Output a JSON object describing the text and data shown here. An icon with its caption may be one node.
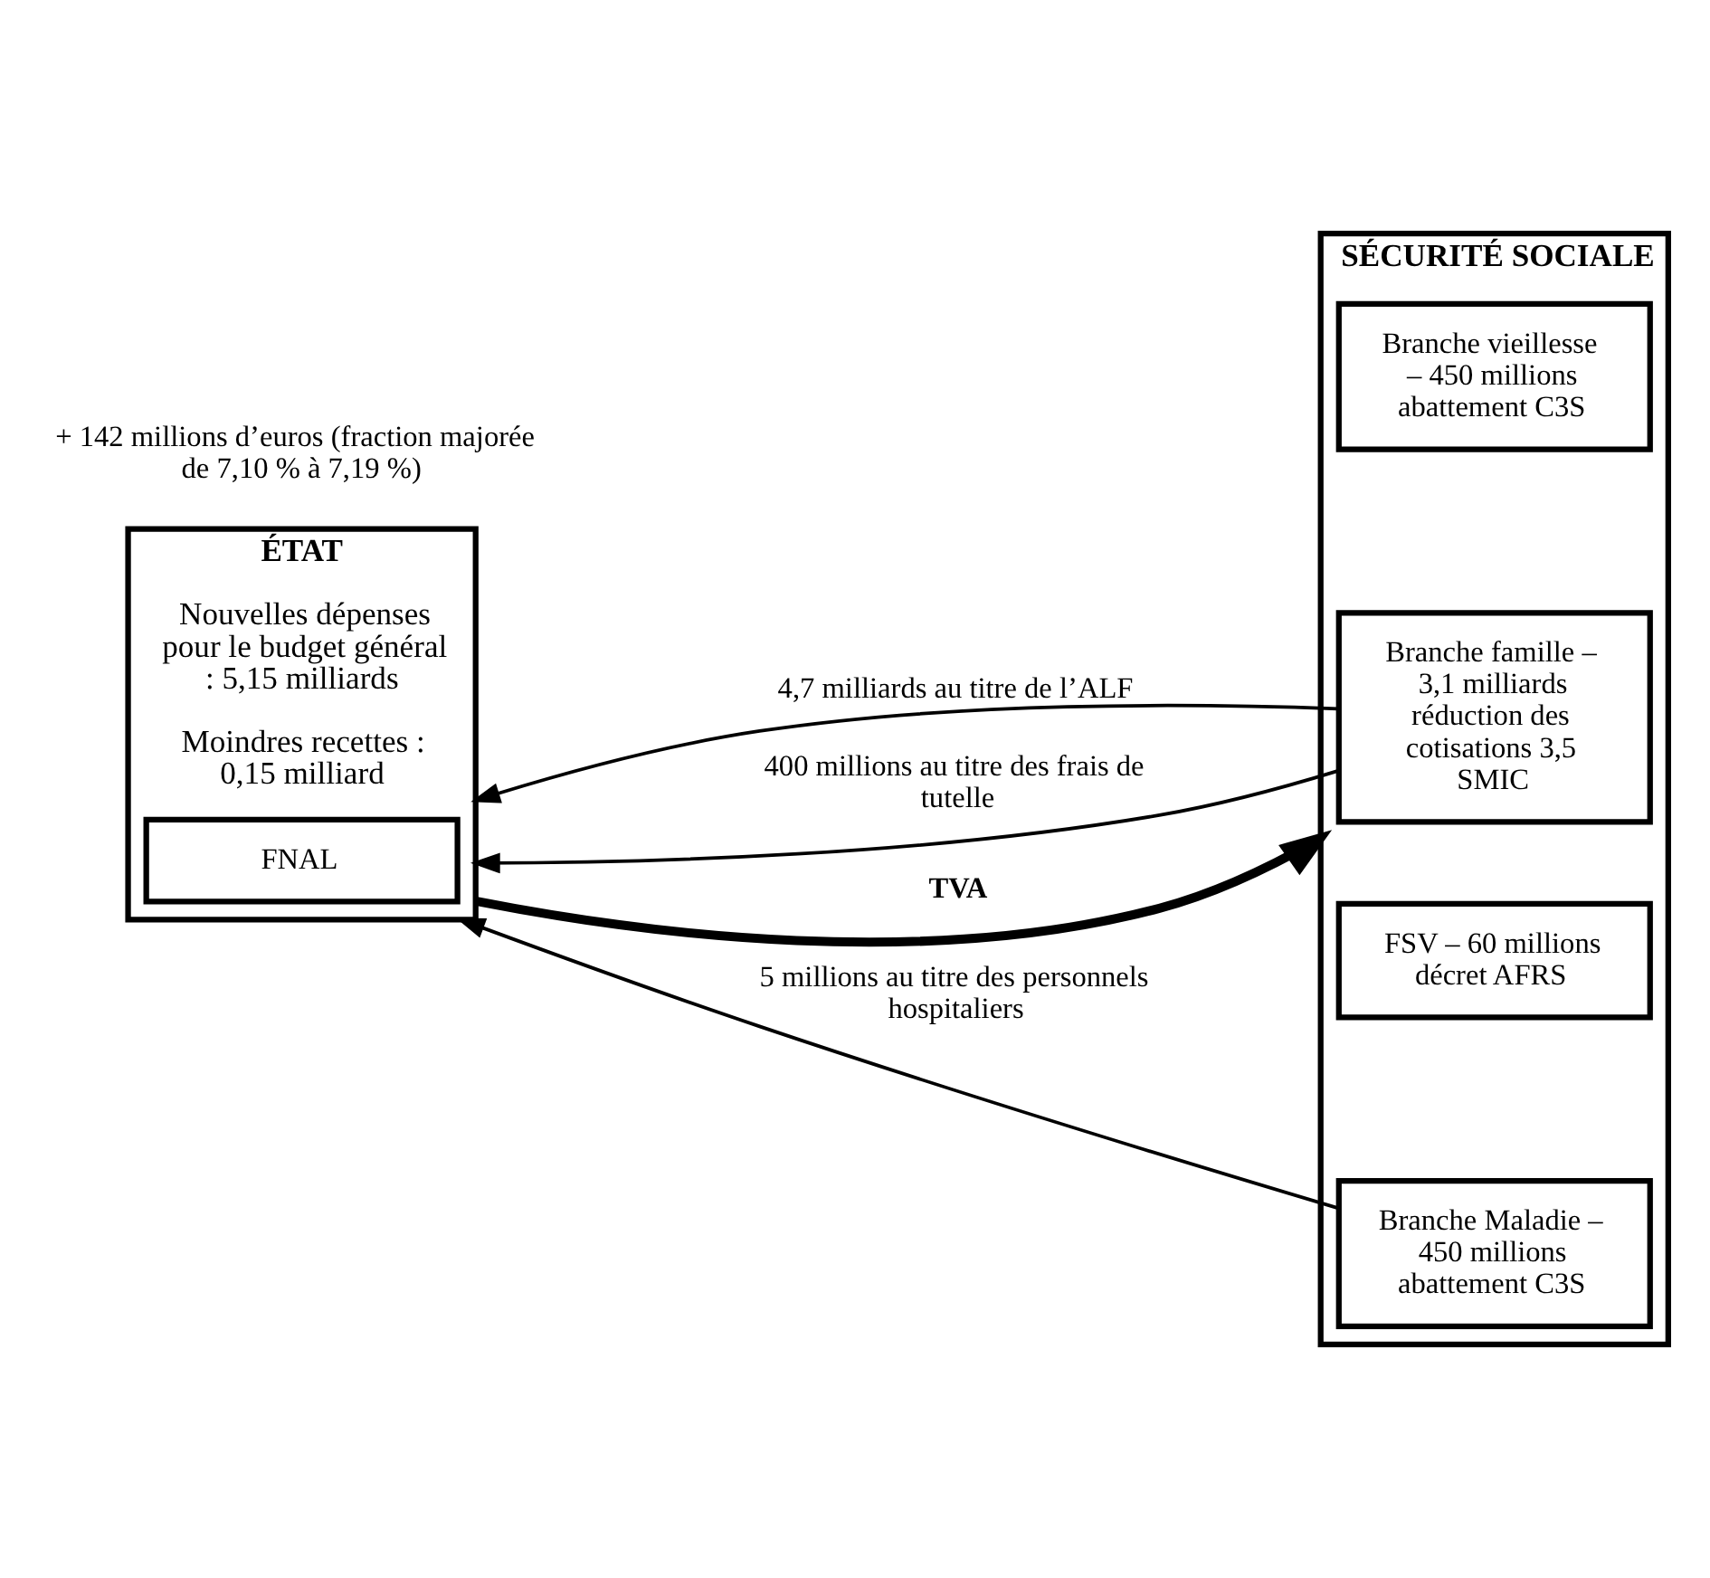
{
  "diagram": {
    "nodes": [
      {
        "text": [
          "ÉTAT",
          "Nouvelles dépenses pour le budget général : 5,15 milliards",
          "Moindres recettes : 0,15 milliard"
        ]
      },
      {
        "text": [
          "FNAL"
        ],
        "in": 0
      },
      {
        "text": [
          "SÉCURITÉ SOCIALE"
        ]
      },
      {
        "text": [
          "Branche famille – 3,1 milliards réduction des cotisations 3,5 SMIC"
        ],
        "in": 2
      },
      {
        "text": [
          "Branche vieillesse – 450 millions abattement C3S"
        ],
        "in": 2
      },
      {
        "text": [
          "Branche Maladie – 450 millions abattement C3S"
        ],
        "in": 2
      },
      {
        "text": [
          "FSV – 60 millions décret AFRS"
        ],
        "in": 2
      }
    ],
    "edges": [
      {
        "from": 3,
        "to": 0,
        "arrow": "to",
        "label": "4,7 milliards au titre de l’ALF"
      },
      {
        "from": 3,
        "to": 0,
        "arrow": "to",
        "label": "400 millions au titre des frais de tutelle"
      },
      {
        "from": 5,
        "to": 0,
        "arrow": "to",
        "label": "5 millions au titre des personnels hospitaliers"
      },
      {
        "from": 0,
        "to": 2,
        "arrow": "to",
        "label": "TVA",
        "style": "thick"
      }
    ],
    "labels": [
      "+ 142 millions d’euros (fraction majorée de 7,10 % à 7,19 %)"
    ]
  }
}
